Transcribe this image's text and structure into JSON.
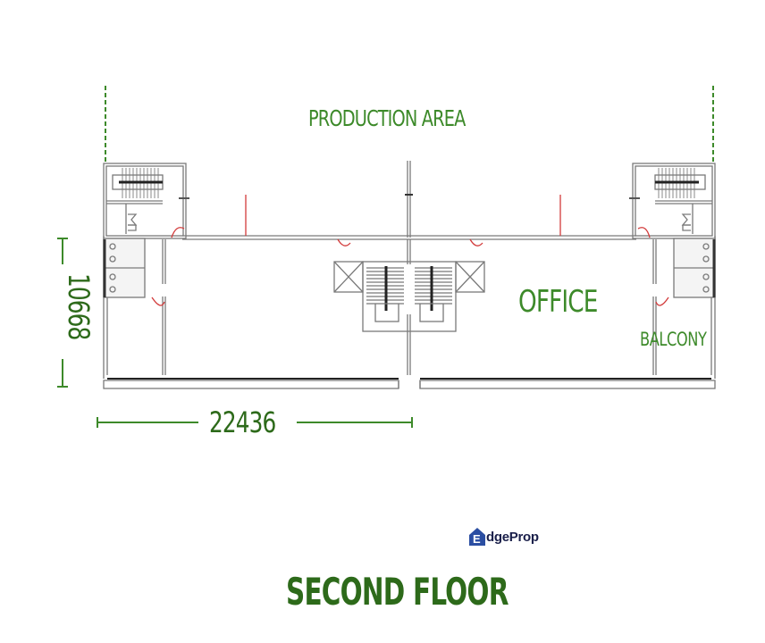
{
  "colors": {
    "label_green": "#3d8a2a",
    "dimension_green": "#2d6a1a",
    "wall_gray": "#7a7a7a",
    "door_red": "#d23a3a",
    "brand_navy": "#1a1f4a",
    "brand_blue": "#2b4ea2"
  },
  "plan": {
    "title": "SECOND FLOOR",
    "rooms": {
      "production_area": "PRODUCTION AREA",
      "office": "OFFICE",
      "balcony": "BALCONY"
    },
    "dimensions": {
      "width": "22436",
      "depth": "10668"
    }
  },
  "brand": {
    "name_prefix": "E",
    "name_rest": "dgeProp",
    "icon": "house-logo-icon"
  }
}
